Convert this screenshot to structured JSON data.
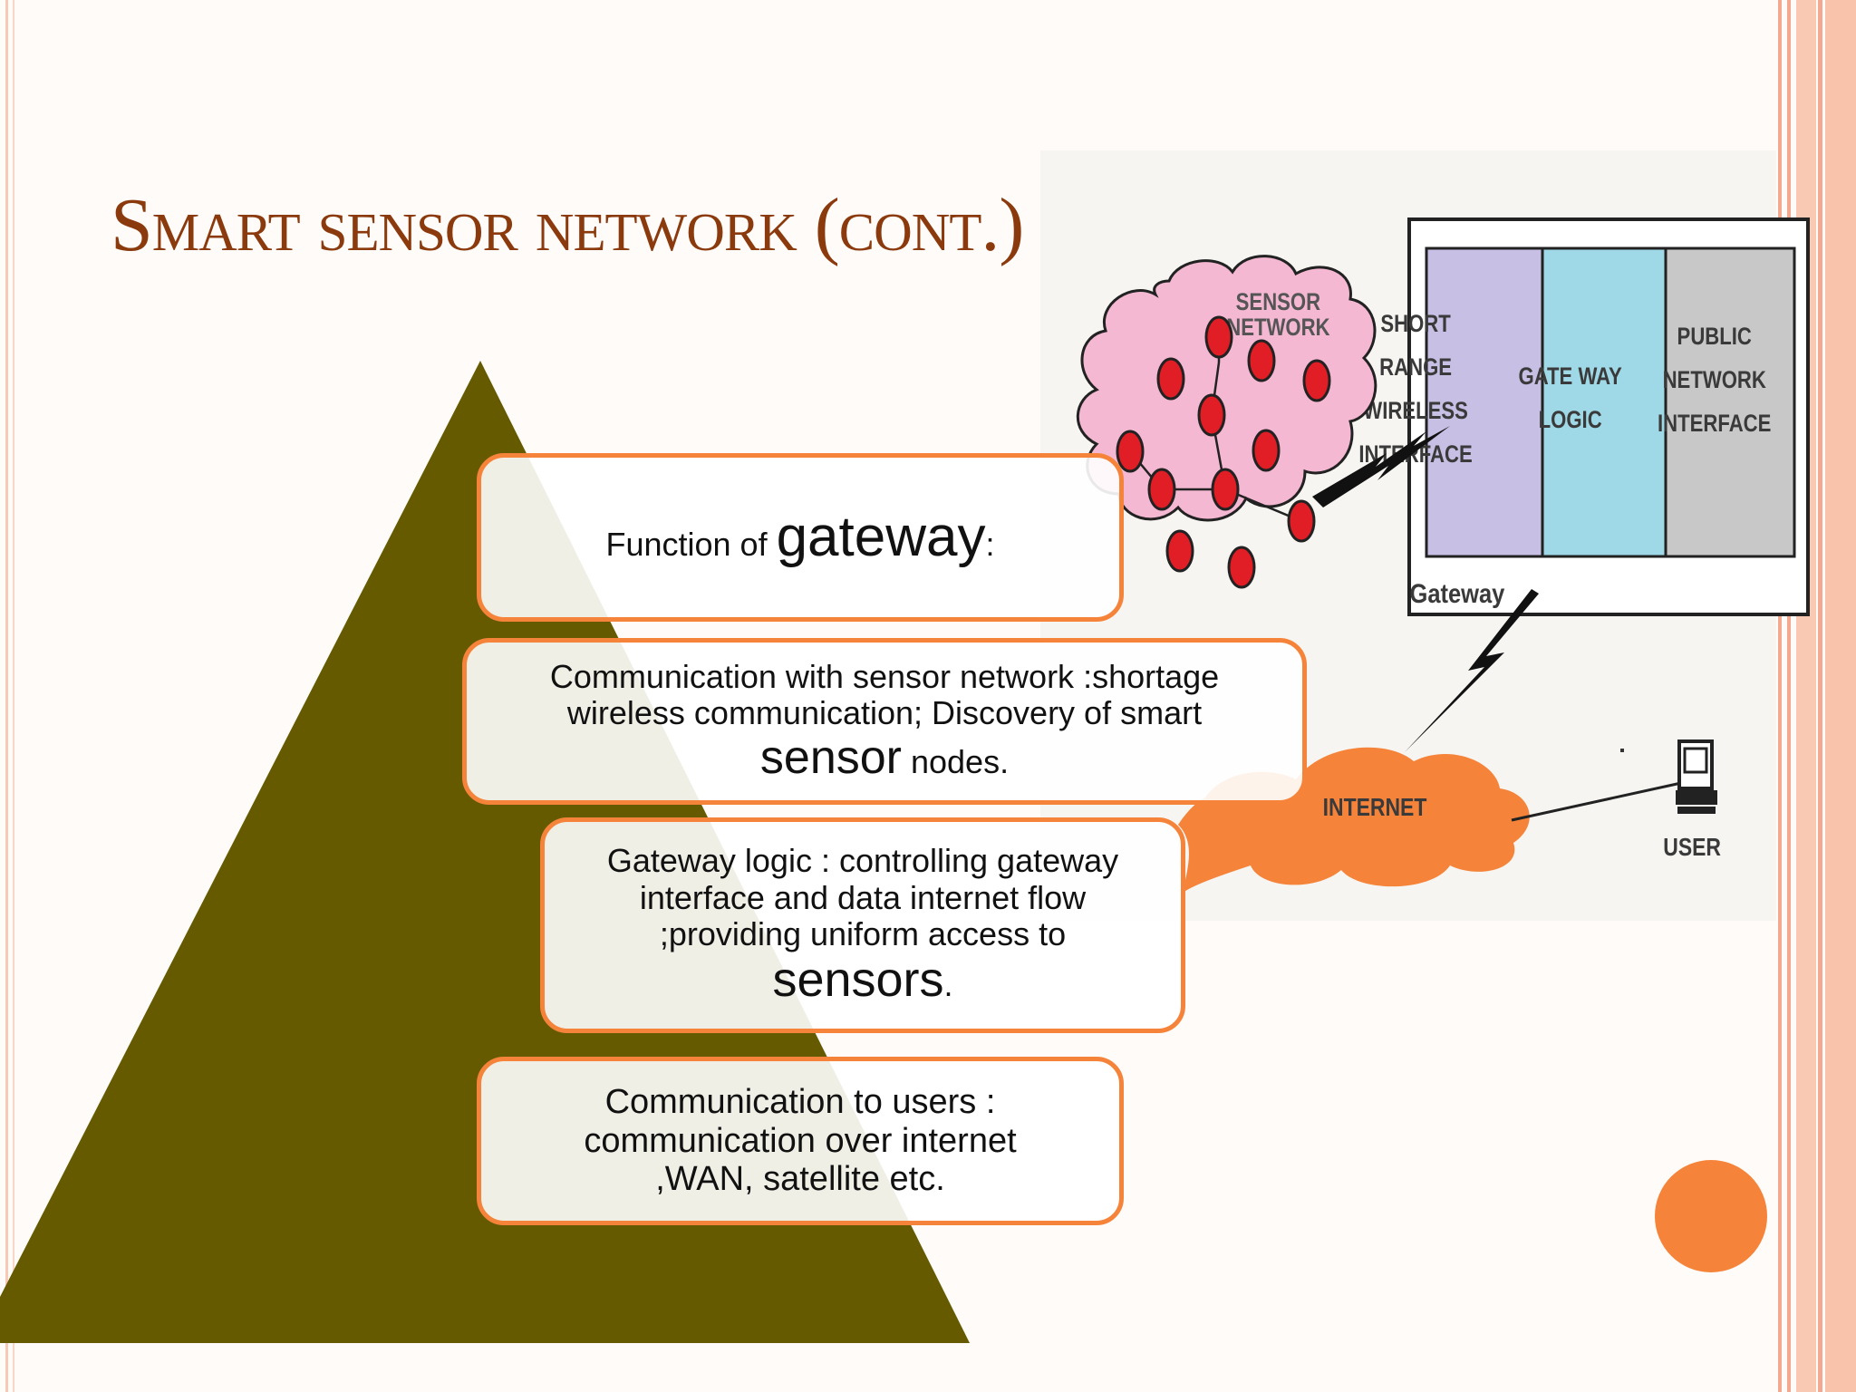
{
  "slide": {
    "title": "Smart sensor network (cont.)"
  },
  "cards": {
    "function": {
      "prefix": "Function of ",
      "emphasis": "gateway",
      "suffix": ":"
    },
    "sensor_comm": {
      "line1": "Communication with sensor network :shortage",
      "line2": "wireless communication; Discovery of smart",
      "emphasis": "sensor",
      "suffix": " nodes."
    },
    "gateway_logic": {
      "line1": "Gateway logic : controlling gateway",
      "line2": "interface and data internet flow",
      "line3": ";providing uniform access to",
      "emphasis": "sensors",
      "suffix": "."
    },
    "user_comm": {
      "line1": "Communication to users :",
      "line2": "communication over internet",
      "line3": ",WAN, satellite etc."
    }
  },
  "diagram": {
    "cloud_label_1": "SENSOR",
    "cloud_label_2": "NETWORK",
    "col1": [
      "SHORT",
      "RANGE",
      "WIRELESS",
      "INTERFACE"
    ],
    "col2": [
      "GATE WAY",
      "LOGIC"
    ],
    "col3": [
      "PUBLIC",
      "NETWORK",
      "INTERFACE"
    ],
    "gateway_label": "Gateway",
    "internet_label": "INTERNET",
    "user_label": "USER"
  },
  "colors": {
    "title": "#8b3a0e",
    "pyramid": "#665a00",
    "card_border": "#f5843a",
    "accent_orange": "#f5843a",
    "cloud_pink": "#f5b8d2",
    "node_red": "#e11d26",
    "col_purple": "#c8bfe4",
    "col_cyan": "#9fd8e6",
    "col_gray": "#c8c8c8"
  }
}
